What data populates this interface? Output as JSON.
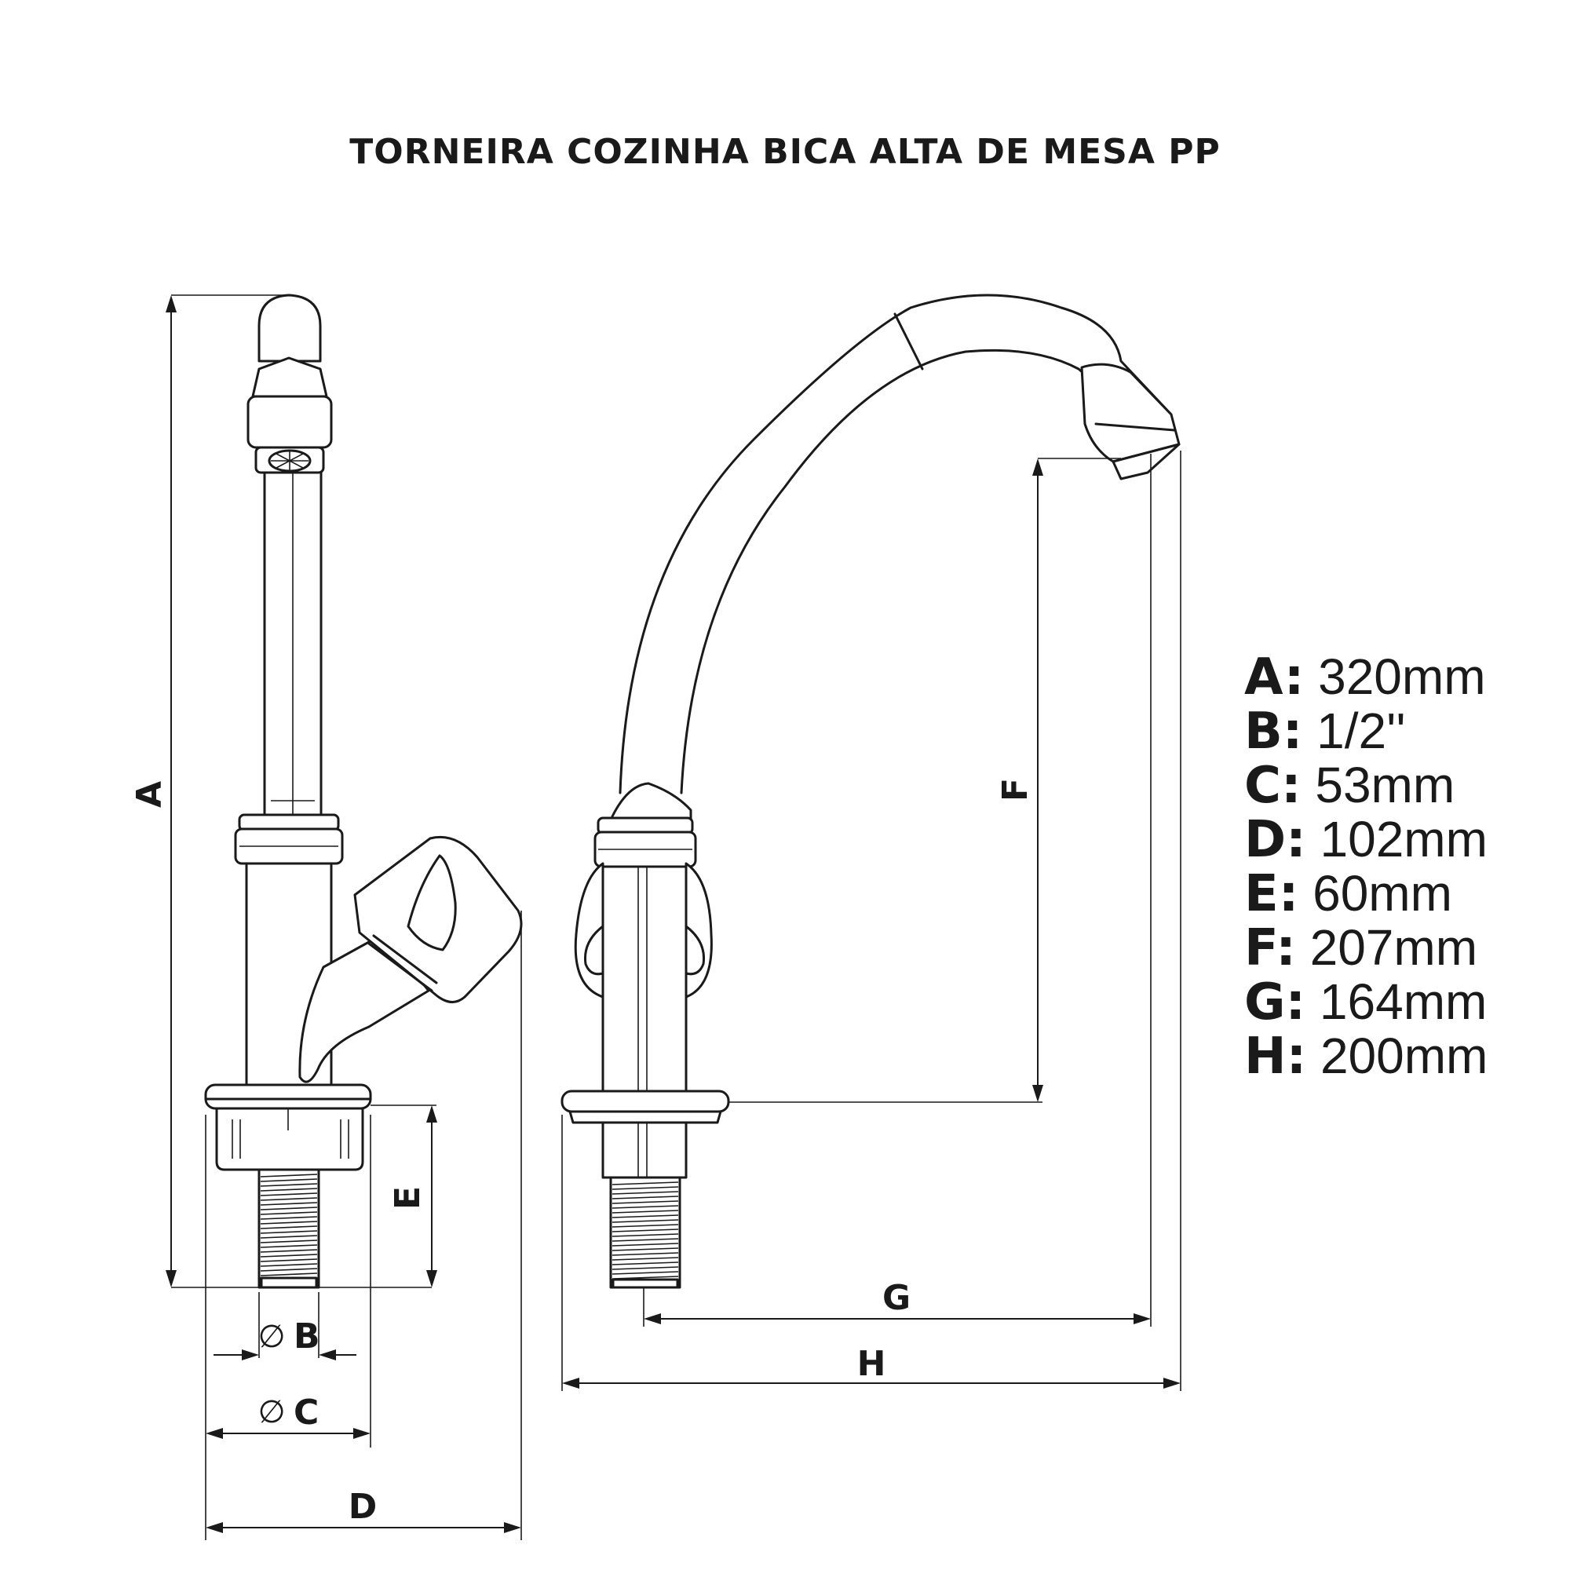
{
  "title": "TORNEIRA COZINHA BICA ALTA DE MESA PP",
  "dimension_labels": {
    "a": "A",
    "b": "B",
    "c": "C",
    "d": "D",
    "e": "E",
    "f": "F",
    "g": "G",
    "h": "H",
    "diameter_symbol": "∅"
  },
  "specs": [
    {
      "key": "A:",
      "value": "320mm"
    },
    {
      "key": "B:",
      "value": "1/2''"
    },
    {
      "key": "C:",
      "value": "53mm"
    },
    {
      "key": "D:",
      "value": "102mm"
    },
    {
      "key": "E:",
      "value": "60mm"
    },
    {
      "key": "F:",
      "value": "207mm"
    },
    {
      "key": "G:",
      "value": "164mm"
    },
    {
      "key": "H:",
      "value": "200mm"
    }
  ]
}
